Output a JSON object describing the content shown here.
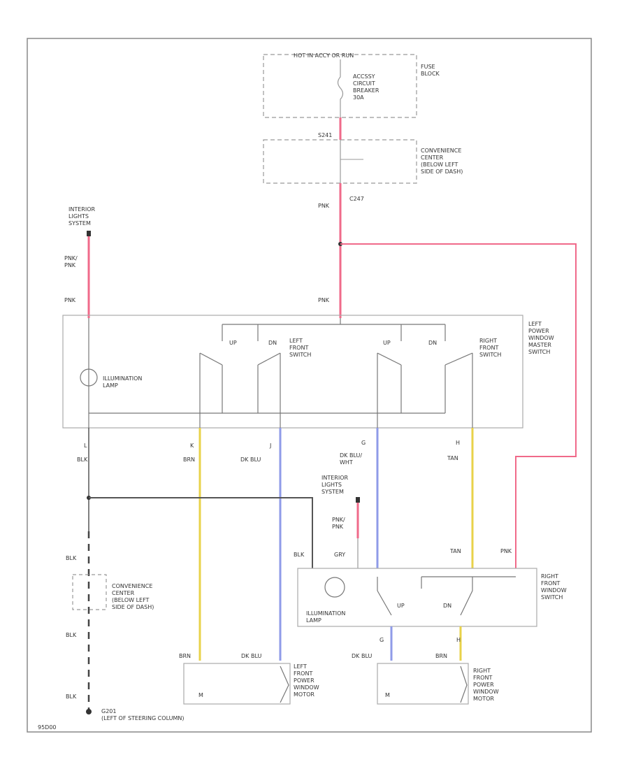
{
  "colors": {
    "pink": "#f06a8a",
    "yellow": "#e8d24a",
    "blue": "#7f8ff0",
    "dark_blue": "#8f9be8",
    "black": "#333333",
    "frame": "#888888",
    "box": "#aaaaaa"
  },
  "labels": {
    "hot_in_accy_run": "HOT IN ACCY OR RUN",
    "fuse_block": "FUSE\nBLOCK",
    "accy_breaker": "ACCSSY\nCIRCUIT\nBREAKER\n30A",
    "c_top": "S241",
    "conv_center_top": "CONVENIENCE\nCENTER\n(BELOW LEFT\nSIDE OF DASH)",
    "c247": "C247",
    "pnk_main": "PNK",
    "interior_lights_sys_left": "INTERIOR\nLIGHTS\nSYSTEM",
    "pnk_pnk_left": "PNK/\nPNK",
    "pnk_left": "PNK",
    "pnk_master": "PNK",
    "up1": "UP",
    "dn1": "DN",
    "left_front_switch": "LEFT\nFRONT\nSWITCH",
    "up2": "UP",
    "dn2": "DN",
    "right_front_switch": "RIGHT\nFRONT\nSWITCH",
    "left_power_window_master_switch": "LEFT\nPOWER\nWINDOW\nMASTER\nSWITCH",
    "illumination_lamp_master": "ILLUMINATION\nLAMP",
    "pin_l": "L",
    "wire_blk1": "BLK",
    "pin_k": "K",
    "wire_brn1": "BRN",
    "pin_j": "J",
    "wire_dkblu1": "DK BLU",
    "pin_g": "G",
    "wire_dkbluwht": "DK BLU/\nWHT",
    "pin_h": "H",
    "wire_tan1": "TAN",
    "interior_lights_sys_right": "INTERIOR\nLIGHTS\nSYSTEM",
    "pnk_pnk_right": "PNK/\nPNK",
    "wire_blk_right": "BLK",
    "wire_gry": "GRY",
    "wire_tan2": "TAN",
    "wire_pnk_right": "PNK",
    "right_front_window_switch": "RIGHT\nFRONT\nWINDOW\nSWITCH",
    "up3": "UP",
    "dn3": "DN",
    "illumination_lamp_right": "ILLUMINATION\nLAMP",
    "wire_blk2": "BLK",
    "conv_center_bottom": "CONVENIENCE\nCENTER\n(BELOW LEFT\nSIDE OF DASH)",
    "wire_blk3": "BLK",
    "wire_blk4": "BLK",
    "ground": "G201\n(LEFT OF STEERING COLUMN)",
    "wire_brn2": "BRN",
    "wire_dkblu2": "DK BLU",
    "left_front_power_window_motor": "LEFT\nFRONT\nPOWER\nWINDOW\nMOTOR",
    "pin_g2": "G",
    "pin_h2": "H",
    "wire_dkblu3": "DK BLU",
    "wire_brn3": "BRN",
    "right_front_power_window_motor": "RIGHT\nFRONT\nPOWER\nWINDOW\nMOTOR",
    "m1": "M",
    "m2": "M",
    "figure_id": "95D00"
  }
}
